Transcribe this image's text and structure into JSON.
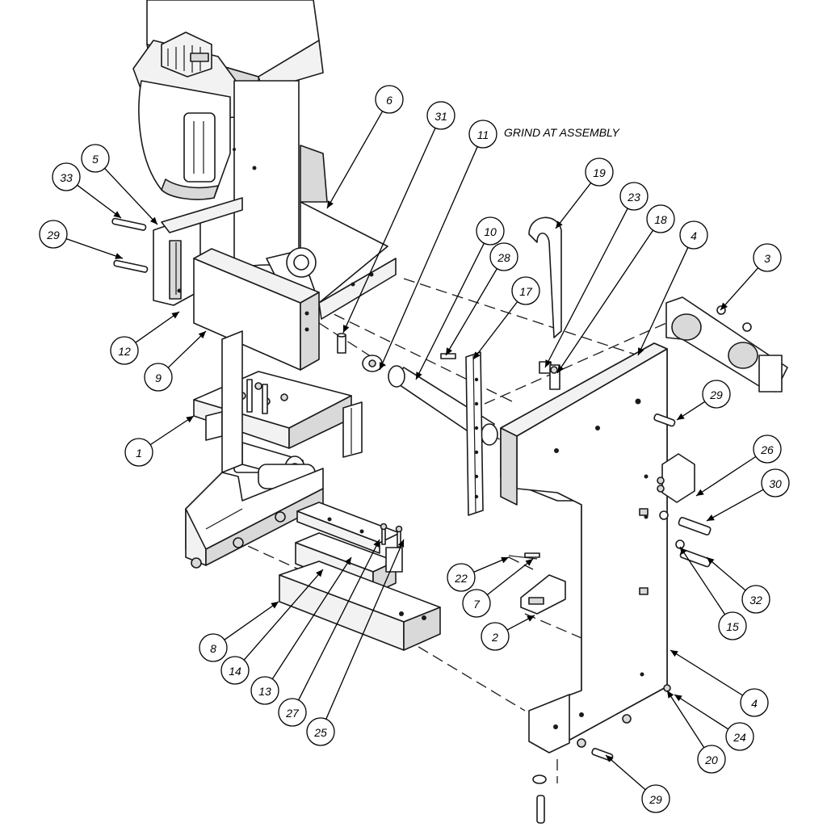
{
  "note": "GRIND AT ASSEMBLY",
  "callouts": [
    {
      "label": "6"
    },
    {
      "label": "31"
    },
    {
      "label": "11"
    },
    {
      "label": "19"
    },
    {
      "label": "23"
    },
    {
      "label": "18"
    },
    {
      "label": "4"
    },
    {
      "label": "3"
    },
    {
      "label": "5"
    },
    {
      "label": "33"
    },
    {
      "label": "29"
    },
    {
      "label": "10"
    },
    {
      "label": "28"
    },
    {
      "label": "17"
    },
    {
      "label": "12"
    },
    {
      "label": "9"
    },
    {
      "label": "29"
    },
    {
      "label": "1"
    },
    {
      "label": "26"
    },
    {
      "label": "30"
    },
    {
      "label": "22"
    },
    {
      "label": "7"
    },
    {
      "label": "32"
    },
    {
      "label": "2"
    },
    {
      "label": "15"
    },
    {
      "label": "8"
    },
    {
      "label": "14"
    },
    {
      "label": "13"
    },
    {
      "label": "27"
    },
    {
      "label": "25"
    },
    {
      "label": "4"
    },
    {
      "label": "24"
    },
    {
      "label": "20"
    },
    {
      "label": "29"
    }
  ]
}
